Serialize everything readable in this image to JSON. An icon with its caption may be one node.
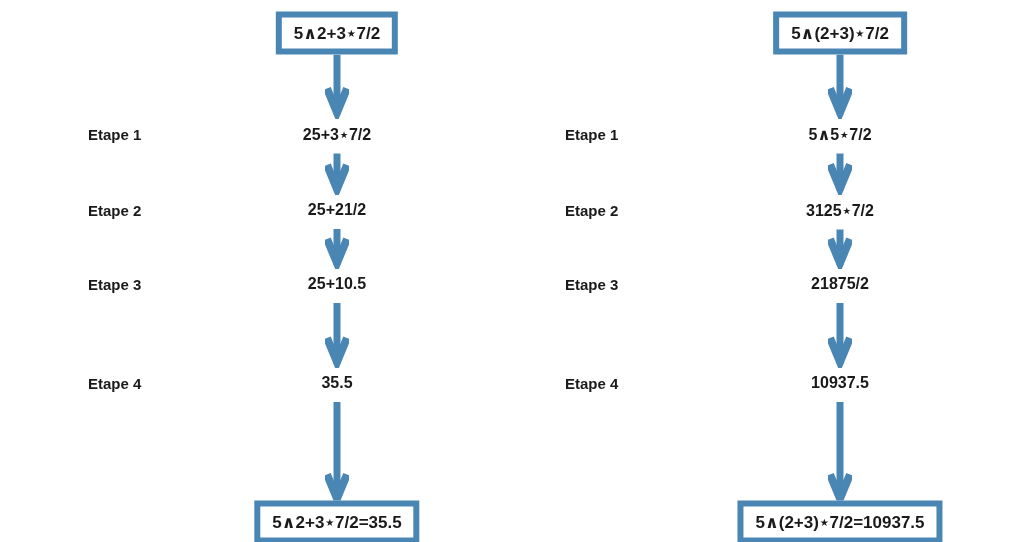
{
  "diagram": {
    "nodes": [
      {
        "text": [
          "5∧2+3⋆7/2"
        ]
      },
      {
        "text": [
          "25+3⋆7/2"
        ]
      },
      {
        "text": [
          "25+21/2"
        ]
      },
      {
        "text": [
          "25+10.5"
        ]
      },
      {
        "text": [
          "35.5"
        ]
      },
      {
        "text": [
          "5∧2+3⋆7/2=35.5"
        ]
      },
      {
        "text": [
          "5∧(2+3)⋆7/2"
        ]
      },
      {
        "text": [
          "5∧5⋆7/2"
        ]
      },
      {
        "text": [
          "3125⋆7/2"
        ]
      },
      {
        "text": [
          "21875/2"
        ]
      },
      {
        "text": [
          "10937.5"
        ]
      },
      {
        "text": [
          "5∧(2+3)⋆7/2=10937.5"
        ]
      }
    ],
    "edges": [
      {
        "from": 0,
        "to": 1,
        "arrow": "to"
      },
      {
        "from": 1,
        "to": 2,
        "arrow": "to"
      },
      {
        "from": 2,
        "to": 3,
        "arrow": "to"
      },
      {
        "from": 3,
        "to": 4,
        "arrow": "to"
      },
      {
        "from": 4,
        "to": 5,
        "arrow": "to"
      },
      {
        "from": 6,
        "to": 7,
        "arrow": "to"
      },
      {
        "from": 7,
        "to": 8,
        "arrow": "to"
      },
      {
        "from": 8,
        "to": 9,
        "arrow": "to"
      },
      {
        "from": 9,
        "to": 10,
        "arrow": "to"
      },
      {
        "from": 10,
        "to": 11,
        "arrow": "to"
      }
    ],
    "labels": [
      "Etape 1",
      "Etape 1",
      "Etape 2",
      "Etape 2",
      "Etape 3",
      "Etape 3",
      "Etape 4",
      "Etape 4"
    ]
  }
}
